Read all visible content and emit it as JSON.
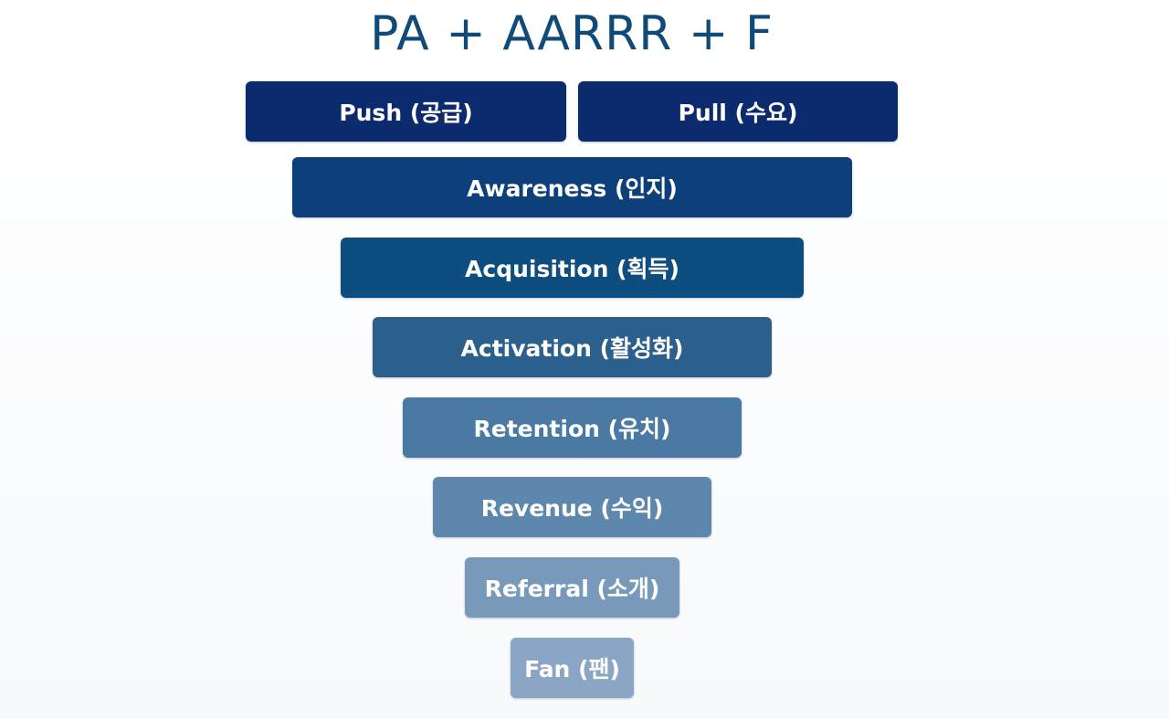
{
  "title": "PA + AARRR + F",
  "top_row": [
    {
      "label": "Push (공급)",
      "color": "#0c2a6e"
    },
    {
      "label": "Pull (수요)",
      "color": "#0c2a6e"
    }
  ],
  "funnel": [
    {
      "label": "Awareness (인지)",
      "color": "#0d3f7a"
    },
    {
      "label": "Acquisition (획득)",
      "color": "#0e4d80"
    },
    {
      "label": "Activation (활성화)",
      "color": "#2b5f8c"
    },
    {
      "label": "Retention (유치)",
      "color": "#4a7aa3"
    },
    {
      "label": "Revenue (수익)",
      "color": "#5e87ad"
    },
    {
      "label": "Referral (소개)",
      "color": "#7899ba"
    },
    {
      "label": "Fan (팬)",
      "color": "#8aa6c4"
    }
  ]
}
